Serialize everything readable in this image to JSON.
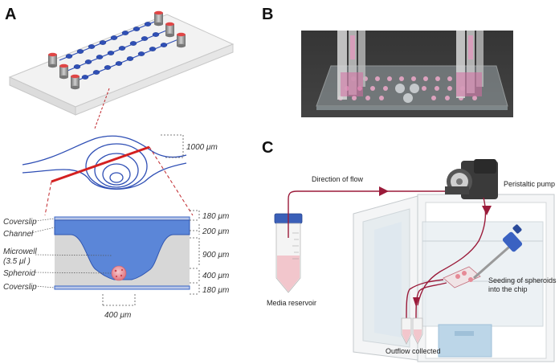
{
  "panels": {
    "a": {
      "letter": "A"
    },
    "b": {
      "letter": "B"
    },
    "c": {
      "letter": "C"
    }
  },
  "measurements": {
    "channel_width": "1000 μm",
    "coverslip_top": "180 μm",
    "channel_height": "200 μm",
    "microwell_height": "900 μm",
    "spheroid_region": "400 μm",
    "coverslip_bottom": "180 μm",
    "well_bottom_width": "400 μm"
  },
  "layer_labels": {
    "coverslip_top": "Coverslip",
    "channel": "Channel",
    "microwell_line1": "Microwell",
    "microwell_line2": "(3.5 μl )",
    "spheroid": "Spheroid",
    "coverslip_bottom": "Coverslip"
  },
  "setup_labels": {
    "direction_of_flow": "Direction of flow",
    "peristaltic_pump": "Peristaltic pump",
    "media_reservoir": "Media reservoir",
    "seeding_line1": "Seeding of spheroids",
    "seeding_line2": "into the chip",
    "outflow": "Outflow collected"
  },
  "colors": {
    "channel_blue": "#3a66c6",
    "well_blue": "#5b86d8",
    "layer_gray": "#d7d7d7",
    "spheroid_pink": "#e8a0a8",
    "tube_red": "#9b1b3a",
    "section_red": "#d42020",
    "media_pink": "#f2c6cc"
  }
}
